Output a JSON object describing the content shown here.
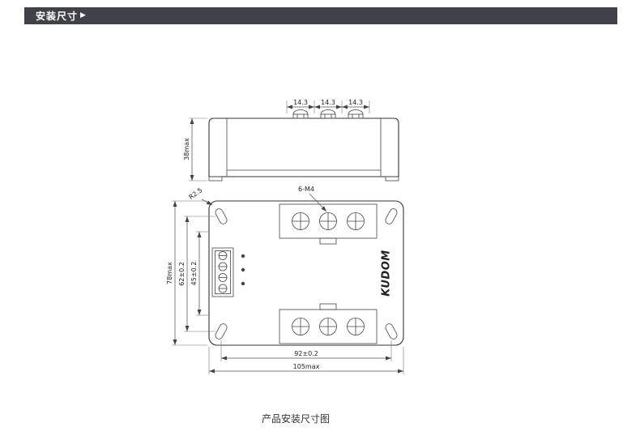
{
  "header": {
    "title": "安装尺寸",
    "arrow": "▶"
  },
  "caption": "产品安装尺寸图",
  "drawing": {
    "brand": "KUDOM",
    "dims": {
      "pitch": "14.3",
      "overall_height": "38max",
      "corner_radius": "R2.5",
      "mounting_holes": "6-M4",
      "overall_depth": "78max",
      "hole_spacing_vertical": "62±0.2",
      "inner_span": "45±0.2",
      "hole_spacing_horizontal": "92±0.2",
      "overall_width": "105max"
    }
  }
}
